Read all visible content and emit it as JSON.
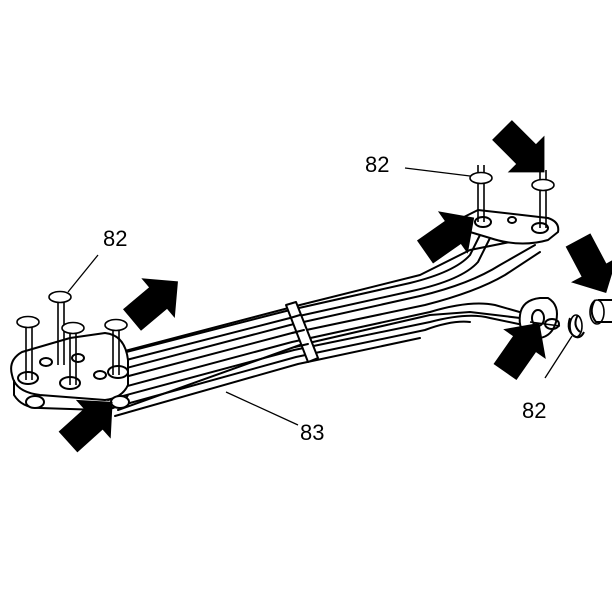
{
  "callouts": {
    "top_left": "82",
    "top_right": "82",
    "bottom_right": "82",
    "hose": "83"
  },
  "colors": {
    "line": "#000000",
    "background": "#ffffff"
  },
  "icons": [
    "arrow-icon",
    "seal-ring-icon"
  ]
}
